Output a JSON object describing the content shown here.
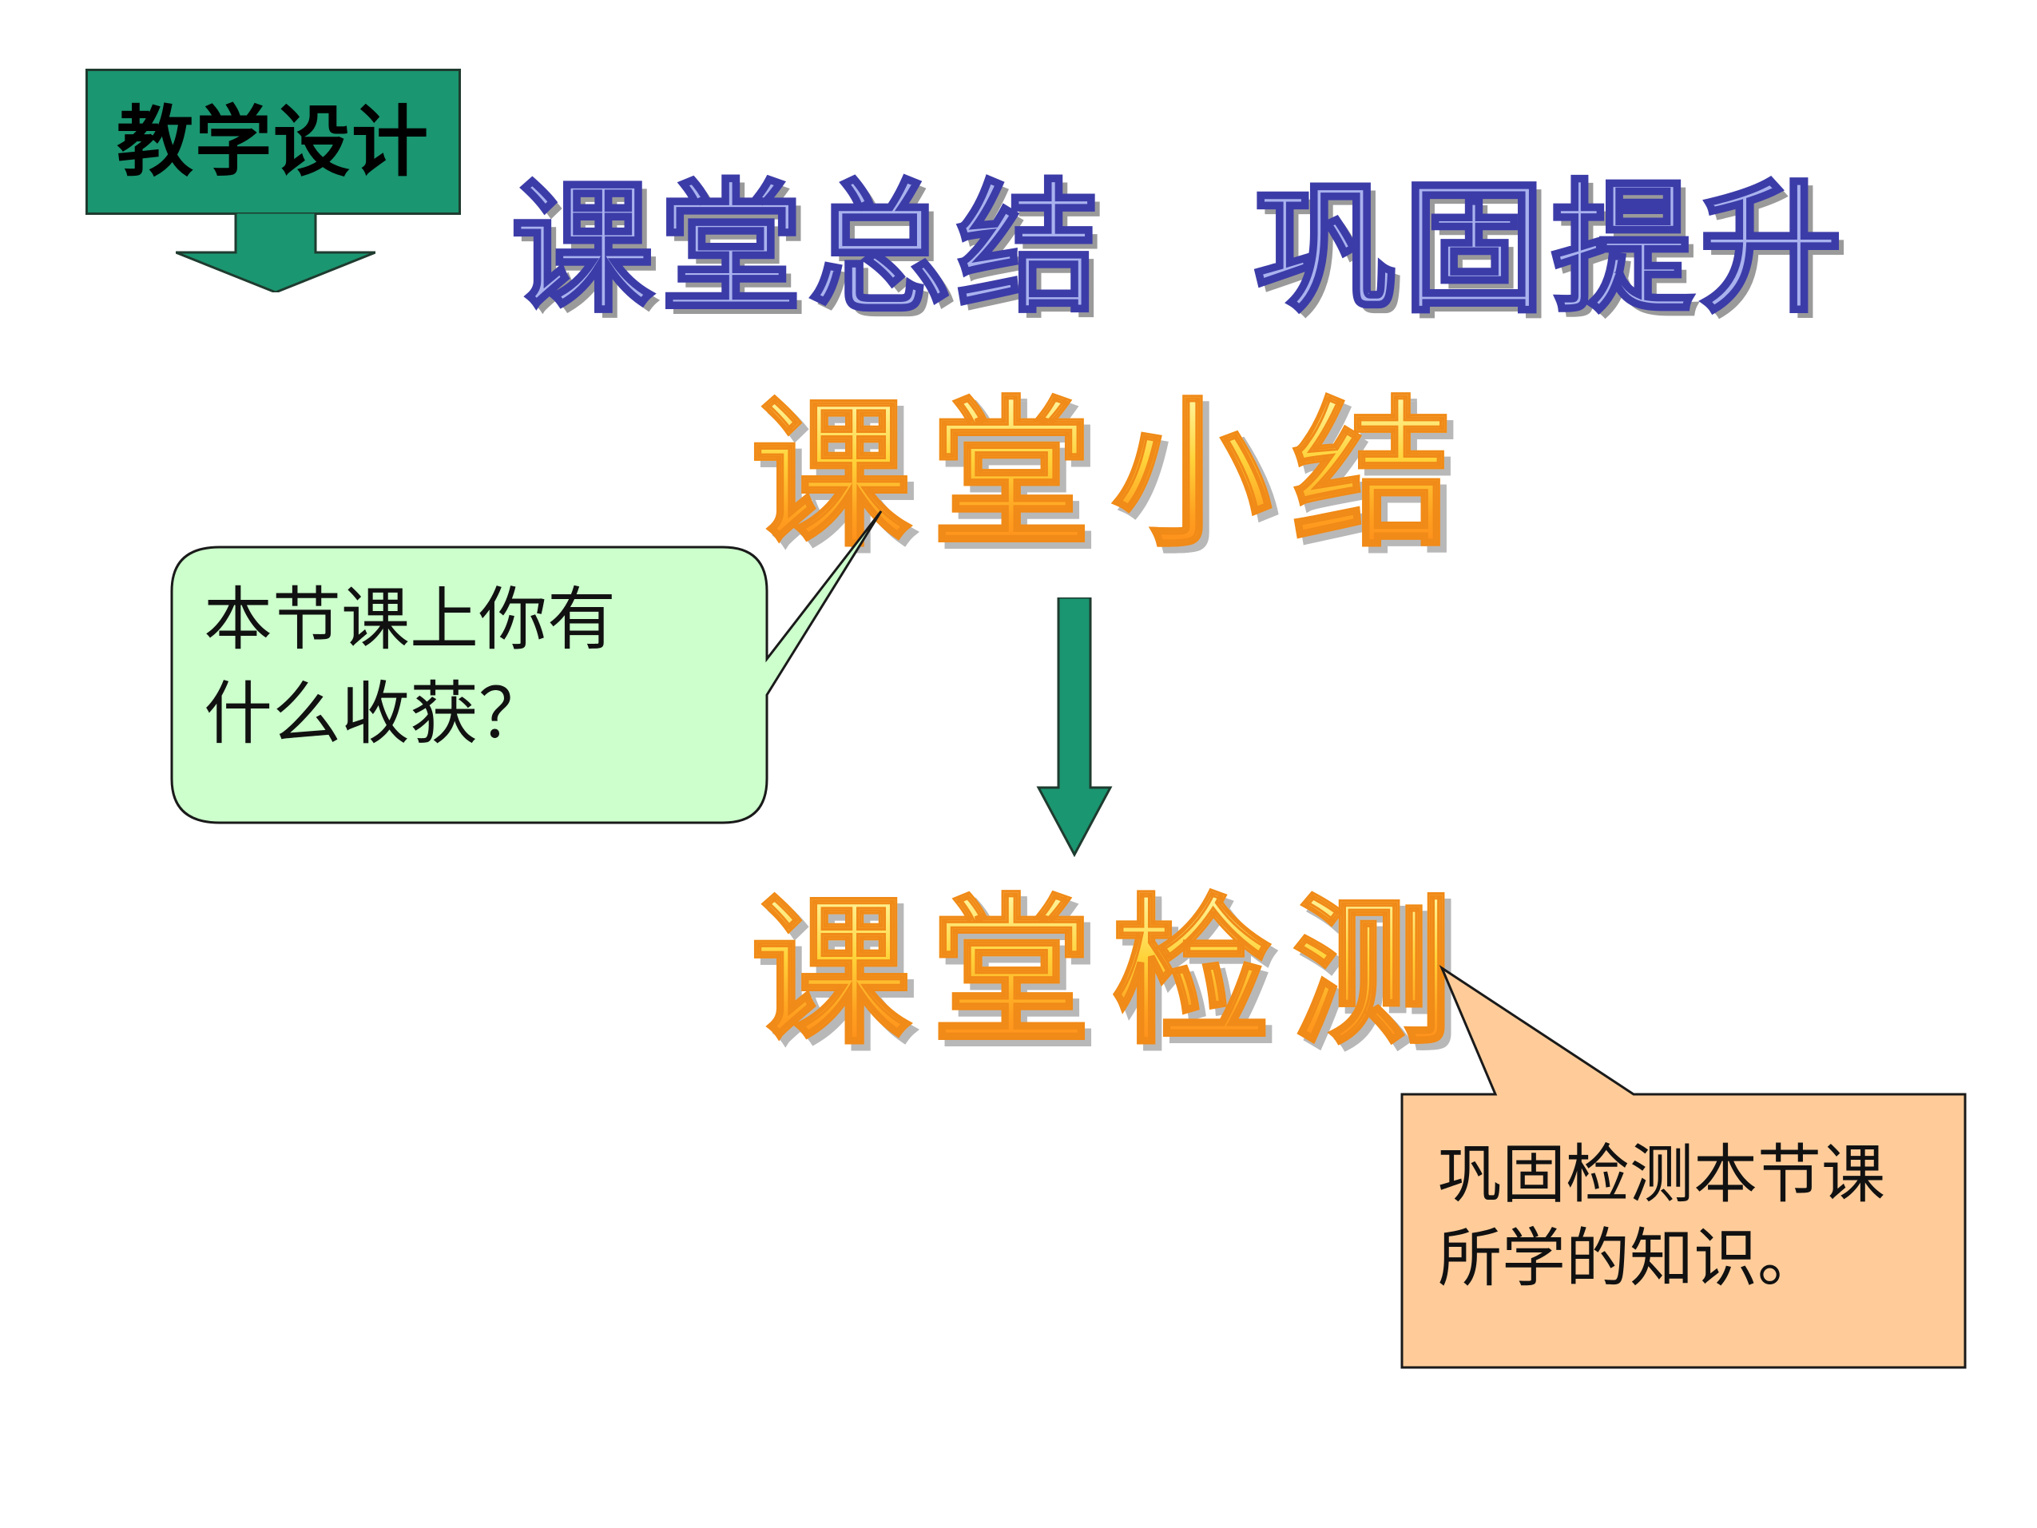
{
  "slide": {
    "section_label": "教学设计",
    "main_title": "课堂总结　巩固提升",
    "steps": [
      {
        "title": "课堂小结"
      },
      {
        "title": "课堂检测"
      }
    ],
    "callouts": [
      {
        "lines": [
          "本节课上你有",
          "什么收获？"
        ],
        "fill": "#ccffcc"
      },
      {
        "lines": [
          "巩固检测本节课",
          "所学的知识。"
        ],
        "fill": "#ffcc99"
      }
    ]
  },
  "colors": {
    "label_fill": "#1a9670",
    "arrow_fill": "#1a9670",
    "title_fill": "#a9b2ee",
    "title_outline": "#3c3ca8",
    "wordart_gradient": [
      "#fff6a0",
      "#ffd33a",
      "#ff8a1a"
    ]
  }
}
